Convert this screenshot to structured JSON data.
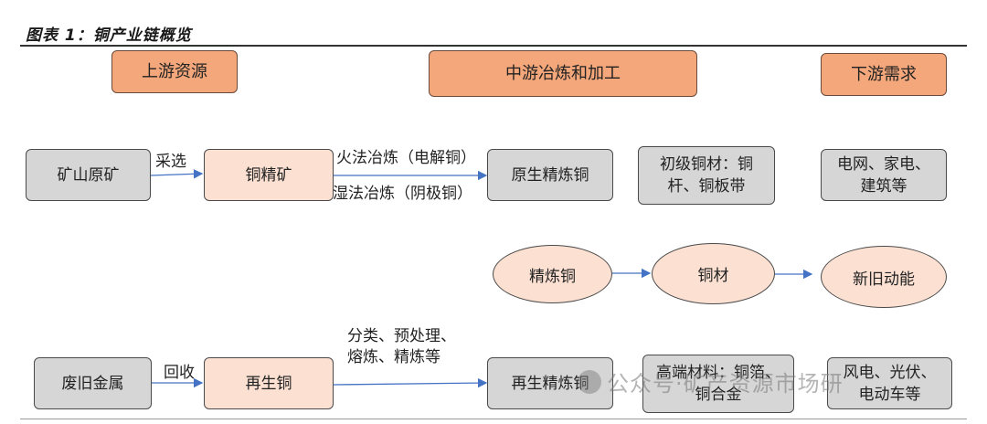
{
  "title": "图表 1：铜产业链概览",
  "headers": {
    "upstream": "上游资源",
    "midstream": "中游冶炼和加工",
    "downstream": "下游需求"
  },
  "nodes": {
    "mine": "矿山原矿",
    "concentrate": "铜精矿",
    "primary_refined": "原生精炼铜",
    "primary_products_line1": "初级铜材：铜",
    "primary_products_line2": "杆、铜板带",
    "grid_line1": "电网、家电、",
    "grid_line2": "建筑等",
    "refined_copper": "精炼铜",
    "copper_products": "铜材",
    "new_old_energy": "新旧动能",
    "scrap_metal": "废旧金属",
    "recycled_copper": "再生铜",
    "recycled_refined": "再生精炼铜",
    "high_end_line1": "高端材料：铜箔、",
    "high_end_line2": "铜合金",
    "wind_line1": "风电、光伏、",
    "wind_line2": "电动车等"
  },
  "edge_labels": {
    "beneficiation": "采选",
    "pyro": "火法冶炼（电解铜）",
    "hydro": "湿法冶炼（阴极铜）",
    "recycle": "回收",
    "classify_line1": "分类、预处理、",
    "classify_line2": "熔炼、精炼等"
  },
  "watermark": "公众号·矿产资源市场研"
}
